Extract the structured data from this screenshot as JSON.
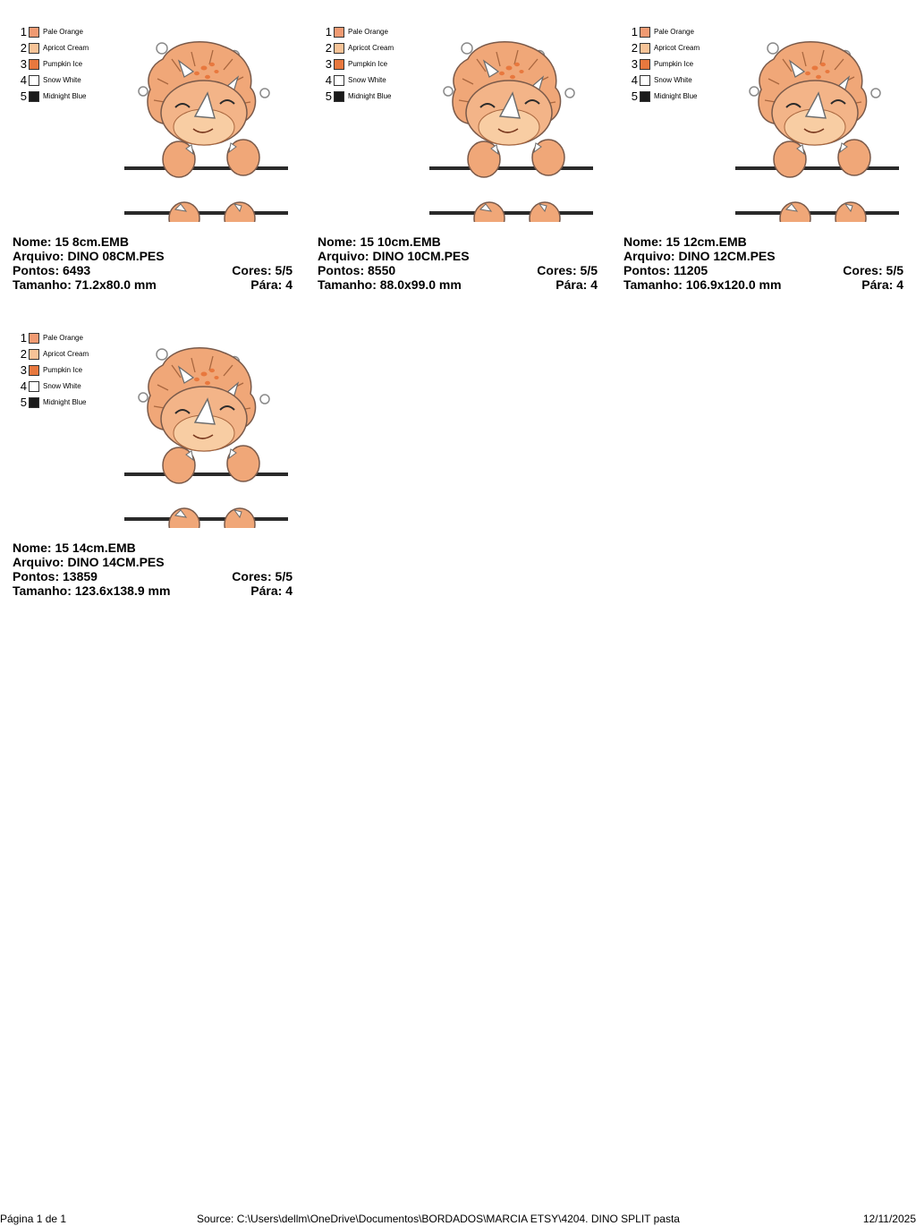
{
  "palette": [
    {
      "num": "1",
      "name": "Pale Orange",
      "color": "#f09a72"
    },
    {
      "num": "2",
      "name": "Apricot Cream",
      "color": "#f7c397"
    },
    {
      "num": "3",
      "name": "Pumpkin Ice",
      "color": "#e8783e"
    },
    {
      "num": "4",
      "name": "Snow White",
      "color": "#ffffff"
    },
    {
      "num": "5",
      "name": "Midnight Blue",
      "color": "#1a1a1a"
    }
  ],
  "designs": [
    {
      "nome_label": "Nome:",
      "nome": "15 8cm.EMB",
      "arquivo_label": "Arquivo:",
      "arquivo": "DINO 08CM.PES",
      "pontos_label": "Pontos:",
      "pontos": "6493",
      "cores_label": "Cores:",
      "cores": "5/5",
      "tamanho_label": "Tamanho:",
      "tamanho": "71.2x80.0 mm",
      "para_label": "Pára:",
      "para": "4"
    },
    {
      "nome_label": "Nome:",
      "nome": "15 10cm.EMB",
      "arquivo_label": "Arquivo:",
      "arquivo": "DINO 10CM.PES",
      "pontos_label": "Pontos:",
      "pontos": "8550",
      "cores_label": "Cores:",
      "cores": "5/5",
      "tamanho_label": "Tamanho:",
      "tamanho": "88.0x99.0 mm",
      "para_label": "Pára:",
      "para": "4"
    },
    {
      "nome_label": "Nome:",
      "nome": "15 12cm.EMB",
      "arquivo_label": "Arquivo:",
      "arquivo": "DINO 12CM.PES",
      "pontos_label": "Pontos:",
      "pontos": "11205",
      "cores_label": "Cores:",
      "cores": "5/5",
      "tamanho_label": "Tamanho:",
      "tamanho": "106.9x120.0 mm",
      "para_label": "Pára:",
      "para": "4"
    },
    {
      "nome_label": "Nome:",
      "nome": "15 14cm.EMB",
      "arquivo_label": "Arquivo:",
      "arquivo": "DINO 14CM.PES",
      "pontos_label": "Pontos:",
      "pontos": "13859",
      "cores_label": "Cores:",
      "cores": "5/5",
      "tamanho_label": "Tamanho:",
      "tamanho": "123.6x138.9 mm",
      "para_label": "Pára:",
      "para": "4"
    }
  ],
  "footer": {
    "page": "Página 1 de 1",
    "source": "Source: C:\\Users\\dellm\\OneDrive\\Documentos\\BORDADOS\\MARCIA ETSY\\4204. DINO SPLIT pasta",
    "date": "12/11/2025"
  }
}
